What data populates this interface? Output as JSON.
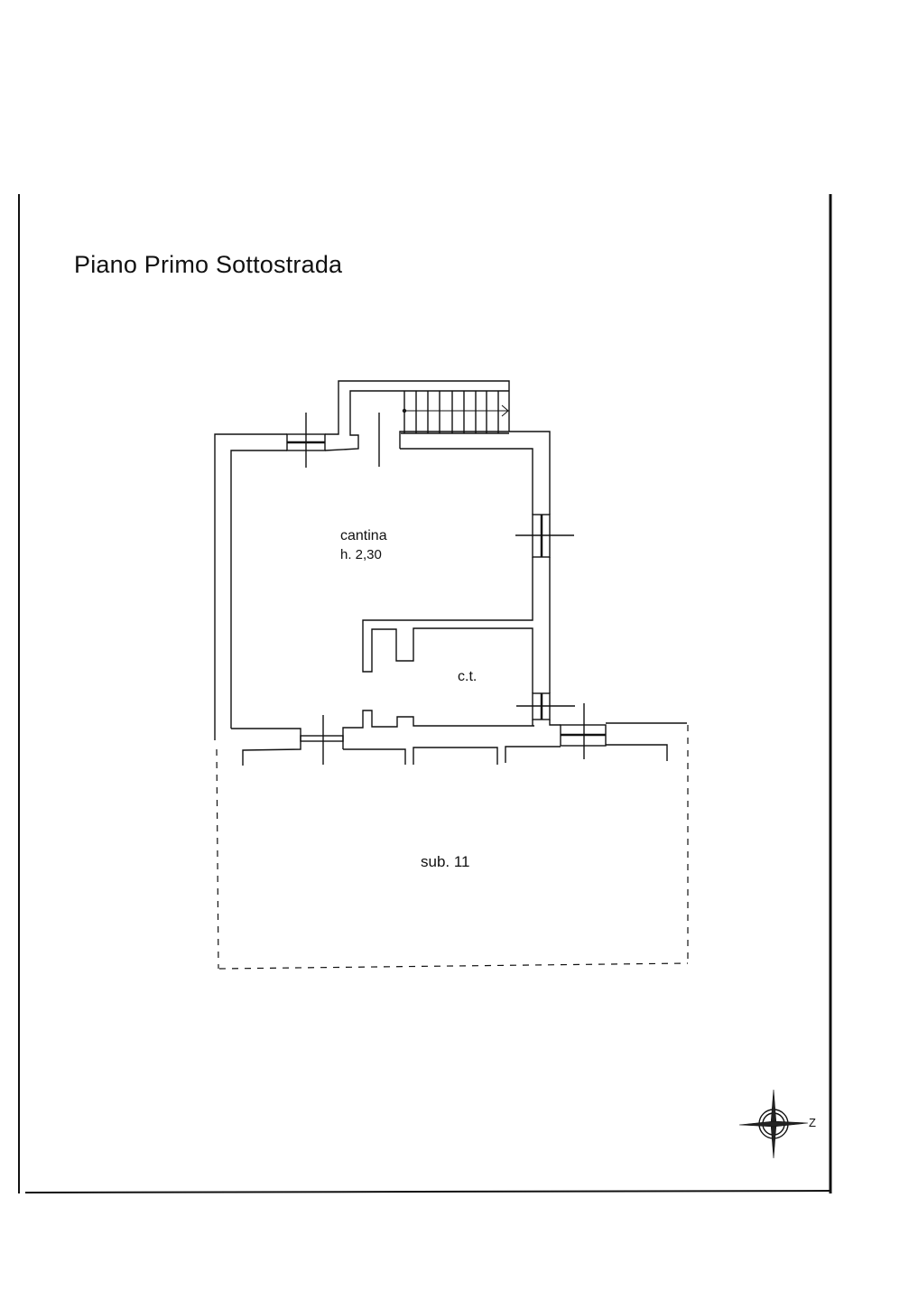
{
  "plan": {
    "title": "Piano Primo Sottostrada",
    "rooms": [
      {
        "name": "cantina",
        "height": "h. 2,30"
      },
      {
        "name": "c.t."
      },
      {
        "name": "sub. 11"
      }
    ],
    "north_label": "Z"
  }
}
